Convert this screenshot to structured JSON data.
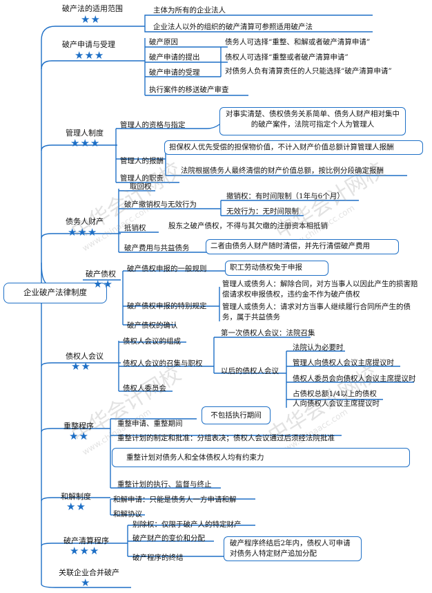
{
  "root": "企业破产法律制度",
  "watermark": {
    "cn": "中华会计网校",
    "url": "www.chinaacc.com"
  },
  "star_color": "#1d6fc6",
  "sections": {
    "s1": {
      "title": "破产法的适用范围",
      "stars": "★★",
      "items": [
        "主体为所有的企业法人",
        "企业法人以外的组织的破产清算可参照适用破产法"
      ]
    },
    "s2": {
      "title": "破产申请与受理",
      "stars": "★★★",
      "a": "破产原因",
      "b": "破产申请的提出",
      "b1": "债务人可选择“重整、和解或者破产清算申请”",
      "b2": "债权人可选择“重整或者破产清算申请”",
      "c": "破产申请的受理",
      "c1": "对债务人负有清算责任的人只能选择“破产清算申请”",
      "d": "执行案件的移送破产审查"
    },
    "s3": {
      "title": "管理人制度",
      "stars": "★★★",
      "a": "管理人的资格与指定",
      "a1": "对事实清楚、债权债务关系简单、债务人财产相对集中的破产案件，法院可指定个人为管理人",
      "b": "管理人的报酬",
      "b1": "担保权人优先受偿的担保物价值，不计入财产价值总额计算管理人报酬",
      "b2": "法院根据债务人最终清偿的财产价值总额，按比例分段确定报酬",
      "c": "管理人的职责"
    },
    "s4": {
      "title": "债务人财产",
      "stars": "★★★",
      "a": "取回权",
      "b": "破产撤销权与无效行为",
      "b1": "撤销权：有时间限制（1年与6个月）",
      "b2": "无效行为：无时间限制",
      "c": "抵销权",
      "c1": "股东之破产债权，不得与其欠缴的注册资本相抵销",
      "d": "破产费用与共益债务",
      "d1": "二者由债务人财产随时清偿，并先行清偿破产费用"
    },
    "s5": {
      "title": "破产债权",
      "stars": "★★",
      "a": "破产债权申报的一般规则",
      "a1": "职工劳动债权免于申报",
      "b": "破产债权申报的特别规定",
      "b1": "管理人或债务人：解除合同，对方当事人以因此产生的损害赔偿请求权申报债权，违约金不作为破产债权",
      "b2": "管理人或债务人：请求对方当事人继续履行合同所产生的债务，属于共益债务",
      "c": "破产债权的确认"
    },
    "s6": {
      "title": "债权人会议",
      "stars": "★★",
      "a": "债权人会议的组成",
      "b": "债权人会议的召集与职权",
      "b1": "第一次债权人会议：法院召集",
      "b2": "以后的债权人会议",
      "b2a": "法院认为必要时",
      "b2b": "管理人向债权人会议主席提议时",
      "b2c": "债权人委员会向债权人会议主席提议时",
      "b2d": "占债权总额1/4以上的债权人向债权人会议主席提议时",
      "c": "债权人委员会"
    },
    "s7": {
      "title": "重整程序",
      "stars": "★★",
      "a": "重整申请、重整期间",
      "a1": "不包括执行期间",
      "b": "重整计划的制定和批准：分组表决；债权人会议通过后须经法院批准",
      "b1": "重整计划对债务人和全体债权人均有约束力",
      "c": "重整计划的执行、监督与终止"
    },
    "s8": {
      "title": "和解制度",
      "stars": "★★",
      "a": "和解申请：只能是债务人一方申请和解",
      "b": "和解协议"
    },
    "s9": {
      "title": "破产清算程序",
      "stars": "★★★",
      "a": "别除权：仅限于破产人的特定财产",
      "b": "破产财产的变价和分配",
      "c": "破产程序的终结",
      "c1": "破产程序终结后2年内，债权人可申请对债务人特定财产追加分配"
    },
    "s10": {
      "title": "关联企业合并破产",
      "stars": "★"
    }
  }
}
